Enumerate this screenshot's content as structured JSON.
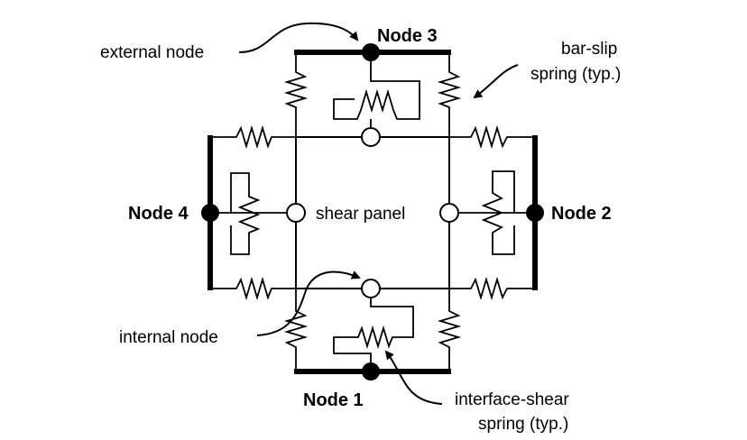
{
  "labels": {
    "node1": "Node 1",
    "node2": "Node 2",
    "node3": "Node 3",
    "node4": "Node 4",
    "external_node": "external node",
    "internal_node": "internal node",
    "shear_panel": "shear panel",
    "bar_slip_line1": "bar-slip",
    "bar_slip_line2": "spring (typ.)",
    "interface_shear_line1": "interface-shear",
    "interface_shear_line2": "spring (typ.)"
  },
  "colors": {
    "ink": "#000000",
    "background": "#ffffff",
    "open_node_fill": "#ffffff"
  }
}
